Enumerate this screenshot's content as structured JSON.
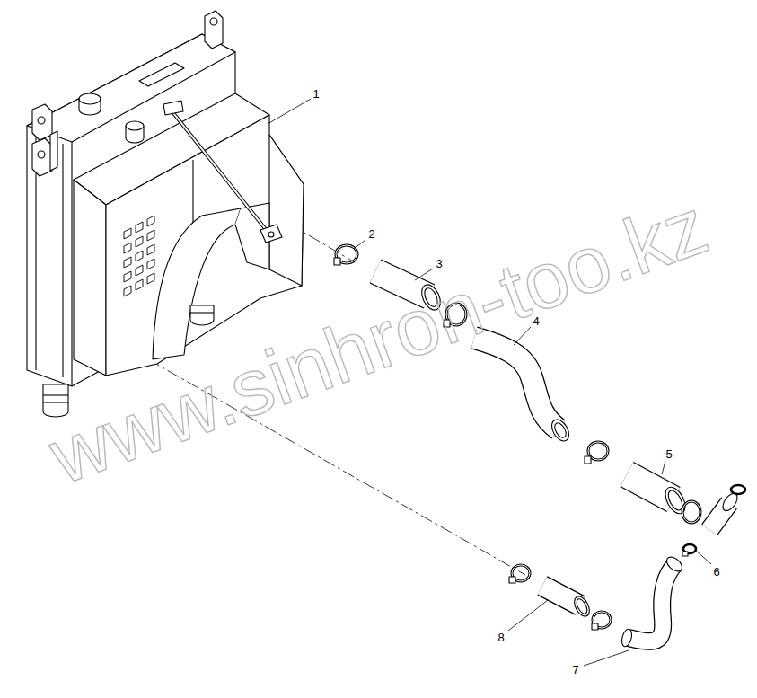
{
  "diagram": {
    "labels": [
      "1",
      "2",
      "3",
      "4",
      "5",
      "6",
      "7",
      "8",
      "www.sinhron-too.kz"
    ]
  }
}
